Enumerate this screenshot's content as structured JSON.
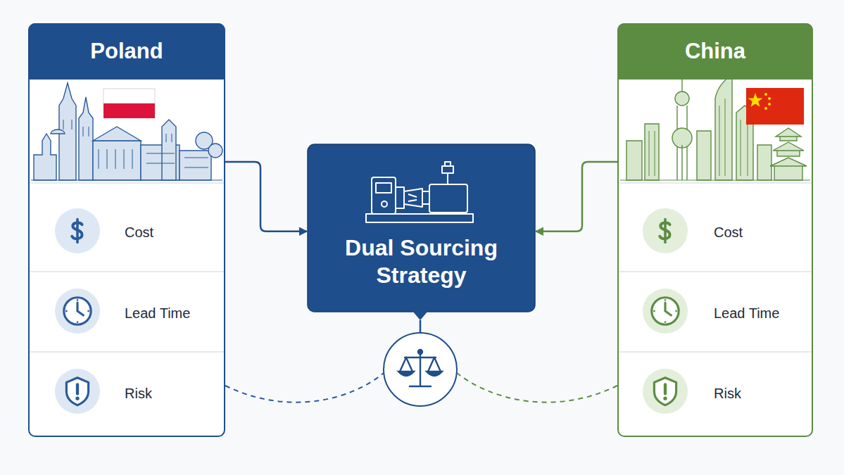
{
  "diagram": {
    "nodes": [
      {
        "text": [
          "Poland"
        ]
      },
      {
        "text": [
          "Cost"
        ],
        "in": 0
      },
      {
        "text": [
          "Lead Time"
        ],
        "in": 0
      },
      {
        "text": [
          "Risk"
        ],
        "in": 0
      },
      {
        "text": [
          "China"
        ]
      },
      {
        "text": [
          "Cost"
        ],
        "in": 4
      },
      {
        "text": [
          "Lead Time"
        ],
        "in": 4
      },
      {
        "text": [
          "Risk"
        ],
        "in": 4
      },
      {
        "text": [
          "Dual Sourcing Strategy"
        ]
      }
    ],
    "edges": [
      {
        "from": 0,
        "to": 8,
        "arrow": "to"
      },
      {
        "from": 4,
        "to": 8,
        "arrow": "to"
      }
    ]
  }
}
